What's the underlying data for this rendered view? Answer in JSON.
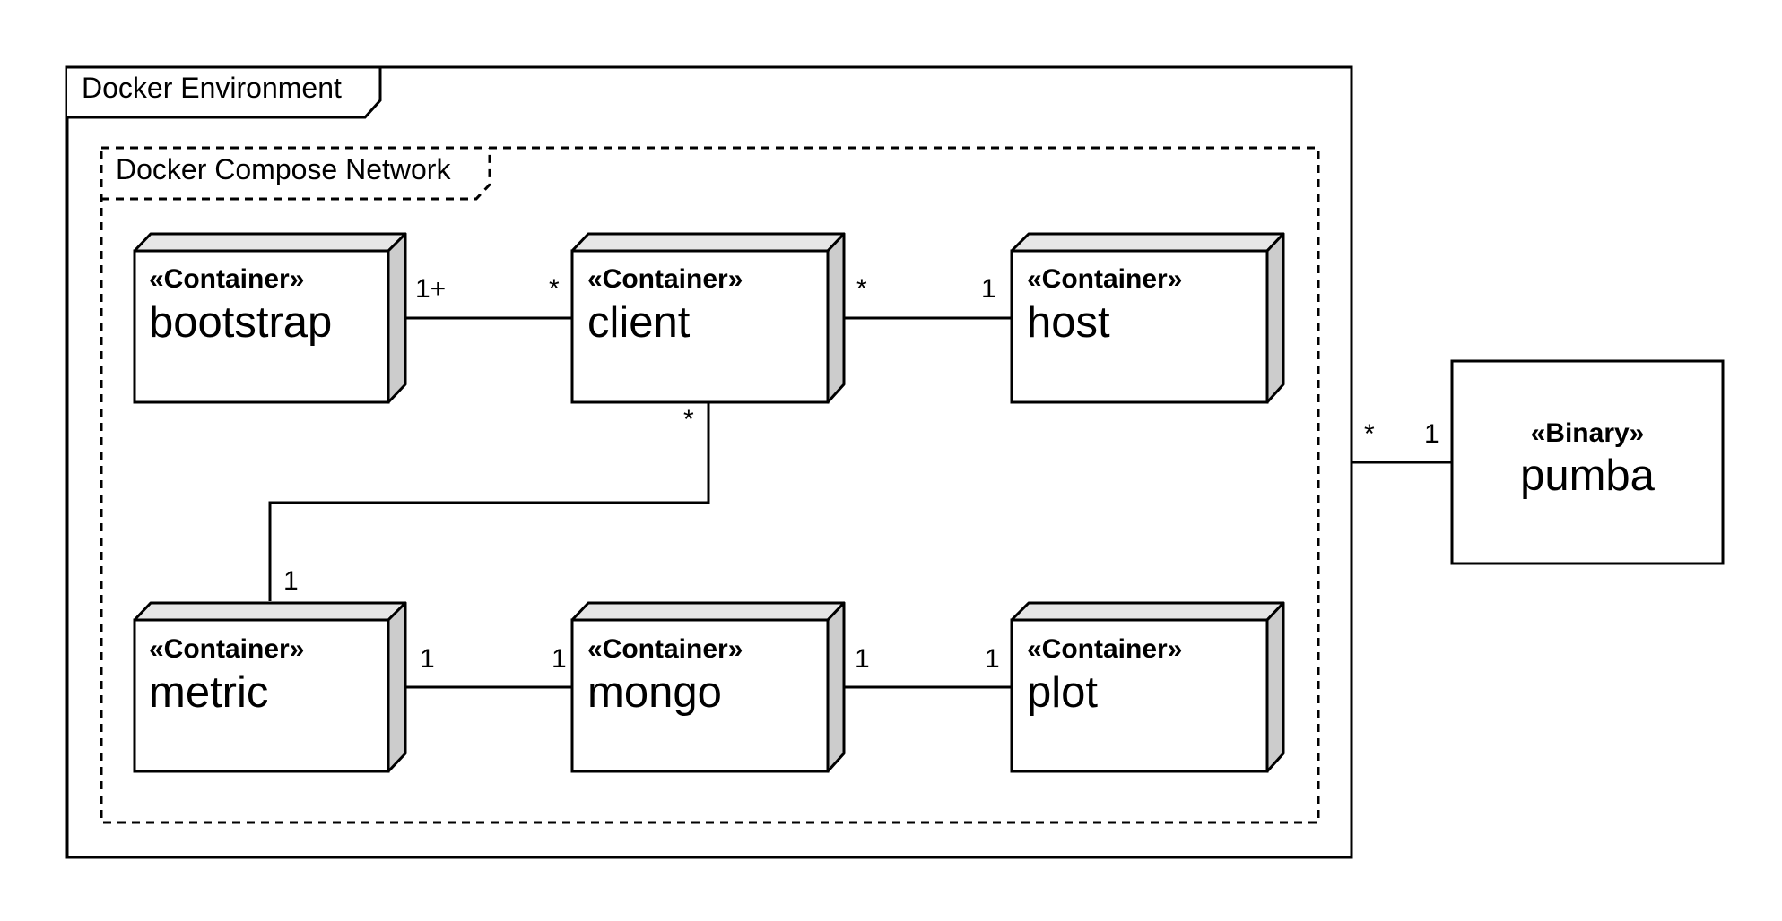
{
  "environment": {
    "label": "Docker Environment"
  },
  "network": {
    "label": "Docker Compose Network"
  },
  "nodes": {
    "bootstrap": {
      "stereotype": "«Container»",
      "name": "bootstrap"
    },
    "client": {
      "stereotype": "«Container»",
      "name": "client"
    },
    "host": {
      "stereotype": "«Container»",
      "name": "host"
    },
    "metric": {
      "stereotype": "«Container»",
      "name": "metric"
    },
    "mongo": {
      "stereotype": "«Container»",
      "name": "mongo"
    },
    "plot": {
      "stereotype": "«Container»",
      "name": "plot"
    },
    "pumba": {
      "stereotype": "«Binary»",
      "name": "pumba"
    }
  },
  "edges": {
    "bootstrap_client": {
      "from_mult": "1+",
      "to_mult": "*"
    },
    "client_host": {
      "from_mult": "*",
      "to_mult": "1"
    },
    "client_metric": {
      "from_mult": "*",
      "to_mult": "1"
    },
    "metric_mongo": {
      "from_mult": "1",
      "to_mult": "1"
    },
    "mongo_plot": {
      "from_mult": "1",
      "to_mult": "1"
    },
    "environment_pumba": {
      "from_mult": "*",
      "to_mult": "1"
    }
  },
  "colors": {
    "node_top": "#e6e6e6",
    "node_side": "#cccccc",
    "stroke": "#000000",
    "background": "#ffffff"
  }
}
